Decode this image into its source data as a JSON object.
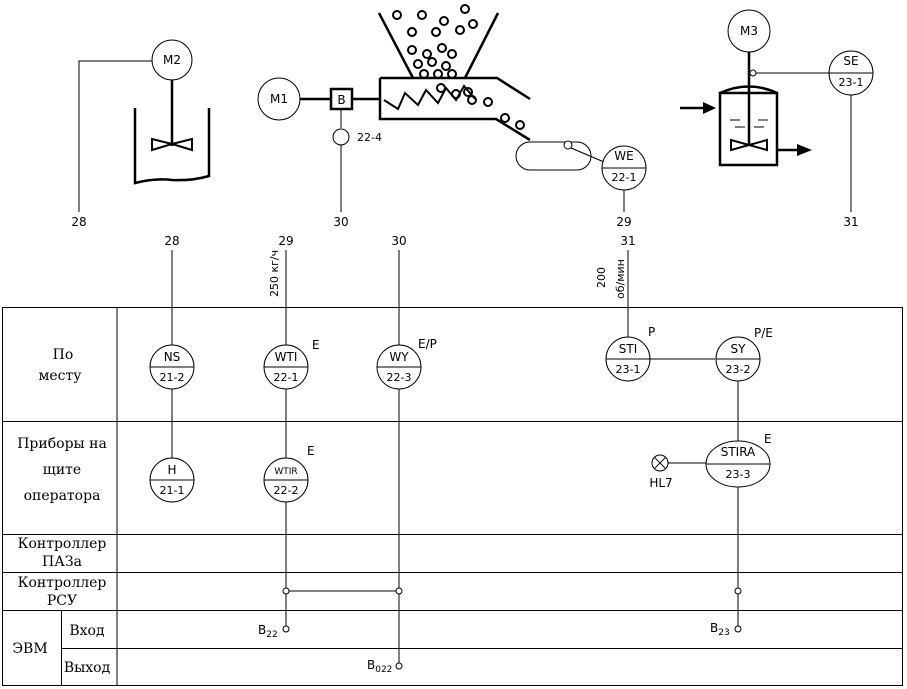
{
  "process": {
    "motor_m2": "M2",
    "motor_m1": "M1",
    "motor_m3": "M3",
    "box_b": "B",
    "valve_22_4": "22-4",
    "we_tag": "WE",
    "we_num": "22-1",
    "se_tag": "SE",
    "se_num": "23-1",
    "line_28": "28",
    "line_30": "30",
    "line_29": "29",
    "line_31": "31"
  },
  "connectors": {
    "c28": "28",
    "c29": "29",
    "c30": "30",
    "c31": "31",
    "flow_note": "250 кг/ч",
    "speed_value": "200",
    "speed_unit": "об/мин"
  },
  "rows": {
    "local": [
      "По",
      "месту"
    ],
    "panel": [
      "Приборы на",
      "щите",
      "оператора"
    ],
    "paz": [
      "Контроллер",
      "ПАЗа"
    ],
    "rsu": [
      "Контроллер",
      "РСУ"
    ],
    "evm": "ЭВМ",
    "input": "Вход",
    "output": "Выход"
  },
  "instruments": {
    "ns": {
      "tag": "NS",
      "num": "21-2"
    },
    "wti": {
      "tag": "WTI",
      "num": "22-1",
      "mark": "E"
    },
    "wy": {
      "tag": "WY",
      "num": "22-3",
      "mark": "E/P"
    },
    "sti": {
      "tag": "STI",
      "num": "23-1",
      "mark": "P"
    },
    "sy": {
      "tag": "SY",
      "num": "23-2",
      "mark": "P/E"
    },
    "h": {
      "tag": "H",
      "num": "21-1"
    },
    "wtir": {
      "tag": "WTIR",
      "num": "22-2",
      "mark": "E"
    },
    "stira": {
      "tag": "STIRA",
      "num": "23-3",
      "mark": "E"
    },
    "hl7": "HL7"
  },
  "signals": {
    "b22": {
      "main": "B",
      "sub": "22"
    },
    "b23": {
      "main": "B",
      "sub": "23"
    },
    "b022": {
      "main": "B",
      "sub": "022"
    }
  }
}
